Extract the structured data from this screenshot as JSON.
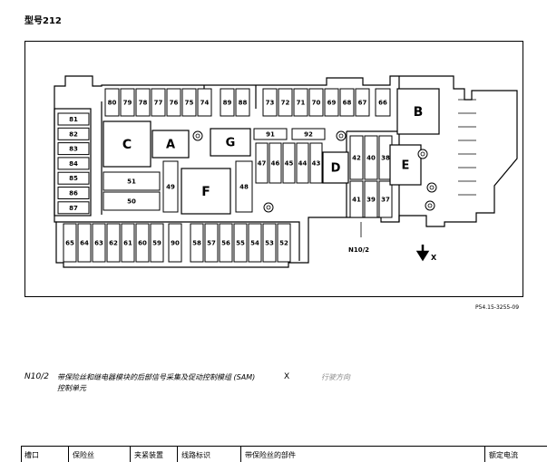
{
  "header": {
    "title": "型号212"
  },
  "diagram": {
    "labels": {
      "big": [
        "A",
        "B",
        "C",
        "D",
        "E",
        "F",
        "G"
      ],
      "n10_2": "N10/2",
      "x_label": "X"
    },
    "left_column": [
      "81",
      "82",
      "83",
      "84",
      "85",
      "86",
      "87"
    ],
    "top_row_left": [
      "80",
      "79",
      "78",
      "77",
      "76",
      "75",
      "74"
    ],
    "top_row_mid": [
      "89",
      "88"
    ],
    "top_row_right": [
      "73",
      "72",
      "71",
      "70",
      "69",
      "68",
      "67"
    ],
    "top_far_right": "66",
    "upper_mid": [
      "91",
      "92"
    ],
    "mid_row": [
      "47",
      "46",
      "45",
      "44",
      "43"
    ],
    "right_upper": [
      "42",
      "40",
      "38"
    ],
    "right_lower": [
      "41",
      "39",
      "37"
    ],
    "relays": [
      "51",
      "50"
    ],
    "fuse_49": "49",
    "fuse_48": "48",
    "bottom_row": [
      "65",
      "64",
      "63",
      "62",
      "61",
      "60",
      "59",
      "90",
      "58",
      "57",
      "56",
      "55",
      "54",
      "53",
      "52"
    ]
  },
  "figure_ref": "P54.15-3255-09",
  "legend": {
    "code": "N10/2",
    "description_line1": "带保险丝和继电器模块的后部信号采集及促动控制模组 (SAM)",
    "description_line2": "控制单元",
    "x_code": "X",
    "x_description": "行驶方向"
  },
  "table": {
    "headers": [
      "槽口",
      "保险丝",
      "夹紧装置",
      "线路标识",
      "带保险丝的部件",
      "额定电流"
    ]
  }
}
